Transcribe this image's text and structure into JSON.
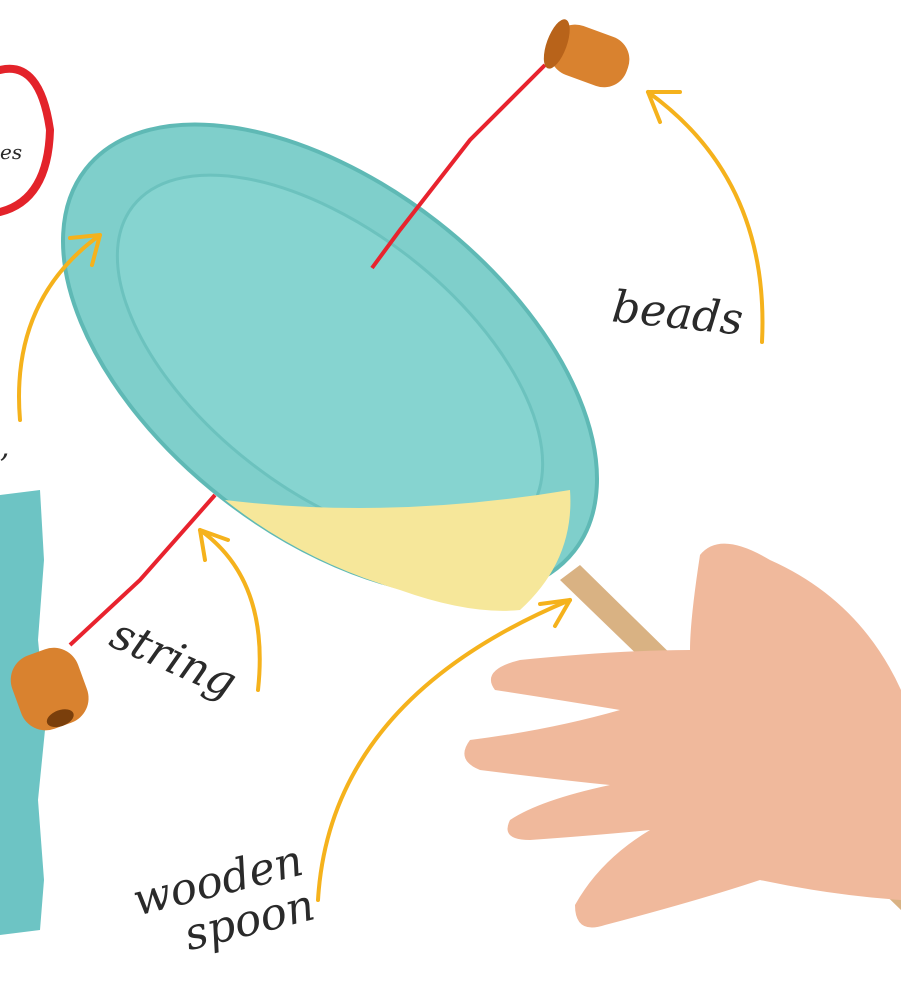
{
  "labels": {
    "beads": "beads",
    "string": "string",
    "spoon_line1": "wooden",
    "spoon_line2": "spoon",
    "circle_fragment": "es",
    "edge_fragment": ","
  },
  "colors": {
    "plate_teal": "#7fcfcb",
    "plate_yellow": "#f6e79a",
    "string_red": "#e8232e",
    "arrow_yellow": "#f5b21c",
    "bead_orange": "#d9822f",
    "spoon_wood": "#d9b283",
    "skin": "#f0b99c",
    "side_strip": "#6dc4c4",
    "circle_red": "#e3232a"
  },
  "icons": [
    "plate-drum-toy",
    "bead-icon",
    "hand-icon",
    "arrow-icon"
  ]
}
